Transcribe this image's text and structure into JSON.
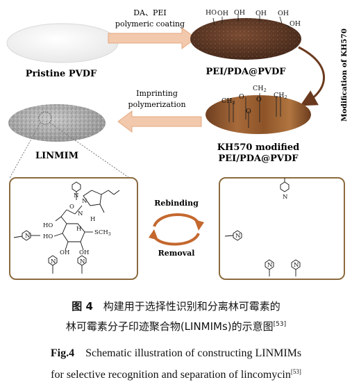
{
  "membranes": {
    "pristine": "Pristine PVDF",
    "coated": "PEI/PDA@PVDF",
    "kh570_line1": "KH570 modified",
    "kh570_line2": "PEI/PDA@PVDF",
    "final": "LINMIM"
  },
  "steps": {
    "coating_line1": "DA、PEI",
    "coating_line2": "polymeric coating",
    "modification": "Modification of KH570",
    "imprint_line1": "Imprinting",
    "imprint_line2": "polymerization",
    "rebinding": "Rebinding",
    "removal": "Removal"
  },
  "chem": {
    "oh": "OH",
    "ho": "HO",
    "ch2": "CH",
    "ch2_sub": "2",
    "o": "O",
    "n": "N",
    "h": "H",
    "sch3": "SCH",
    "sch3_sub": "3"
  },
  "caption": {
    "cn_label": "图 4",
    "cn_line1": "构建用于选择性识别和分离林可霉素的",
    "cn_line2": "林可霉素分子印迹聚合物(LINMIMs)的示意图",
    "cn_ref": "[53]",
    "en_label": "Fig.4",
    "en_line1": "Schematic illustration of constructing LINMIMs",
    "en_line2": "for selective recognition and separation of lincomycin",
    "en_ref": "[53]"
  },
  "colors": {
    "box_border": "#8b6a3e",
    "arrow": "#e6a77f",
    "arrow_dark": "#6b3a1e",
    "cycle": "#c4682e",
    "membrane_brown": "#5a3522",
    "membrane_wood": "#8a5630"
  }
}
